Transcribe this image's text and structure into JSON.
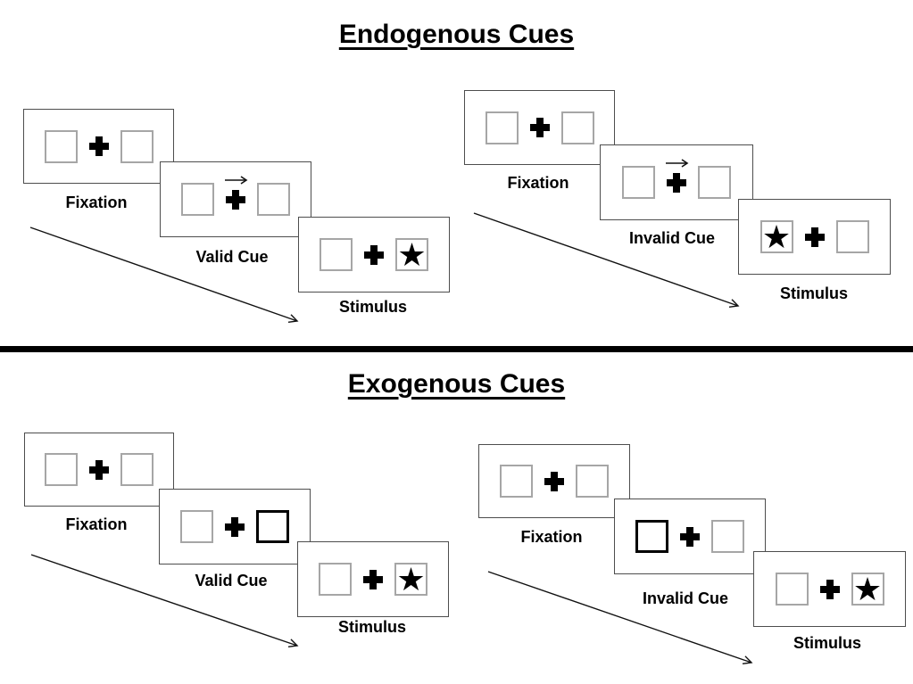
{
  "document": {
    "type": "attention-cueing-paradigm-diagram"
  },
  "icons": {
    "star": "★",
    "cue_arrow": "right-arrow",
    "fixation_cross": "plus-cross",
    "timeline_arrow": "diagonal-arrow-down-right"
  },
  "colors": {
    "background": "#ffffff",
    "ink": "#000000",
    "panel_border": "#4d4d4d",
    "placeholder_square_border": "#a6a6a6",
    "cue_highlight_border": "#000000"
  },
  "sections": [
    {
      "title": "Endogenous Cues",
      "groups": [
        {
          "trial_type": "valid",
          "cue_description": "central arrow pointing right above fixation cross",
          "stimulus_location": "right",
          "panels": [
            {
              "label": "Fixation"
            },
            {
              "label": "Valid Cue"
            },
            {
              "label": "Stimulus"
            }
          ]
        },
        {
          "trial_type": "invalid",
          "cue_description": "central arrow pointing right above fixation cross",
          "stimulus_location": "left",
          "panels": [
            {
              "label": "Fixation"
            },
            {
              "label": "Invalid Cue"
            },
            {
              "label": "Stimulus"
            }
          ]
        }
      ]
    },
    {
      "title": "Exogenous Cues",
      "groups": [
        {
          "trial_type": "valid",
          "cue_description": "right peripheral box highlighted with thick border",
          "stimulus_location": "right",
          "panels": [
            {
              "label": "Fixation"
            },
            {
              "label": "Valid Cue"
            },
            {
              "label": "Stimulus"
            }
          ]
        },
        {
          "trial_type": "invalid",
          "cue_description": "left peripheral box highlighted with thick border",
          "stimulus_location": "right",
          "panels": [
            {
              "label": "Fixation"
            },
            {
              "label": "Invalid Cue"
            },
            {
              "label": "Stimulus"
            }
          ]
        }
      ]
    }
  ]
}
